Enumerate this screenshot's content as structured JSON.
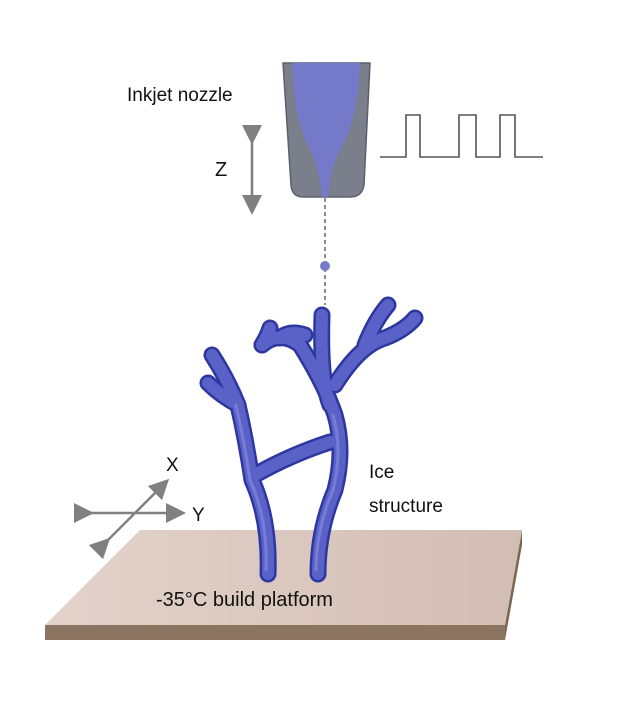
{
  "labels": {
    "nozzle": "Inkjet nozzle",
    "z_axis": "Z",
    "x_axis": "X",
    "y_axis": "Y",
    "ice_line1": "Ice",
    "ice_line2": "structure",
    "platform": "-35°C build platform"
  },
  "colors": {
    "ice": "#5a62c8",
    "ice_outline": "#2e36a0",
    "nozzle_body": "#7b7f8c",
    "nozzle_core": "#7479c9",
    "platform_top": "#dccbc3",
    "platform_side": "#8b7560",
    "arrow": "#808080"
  }
}
